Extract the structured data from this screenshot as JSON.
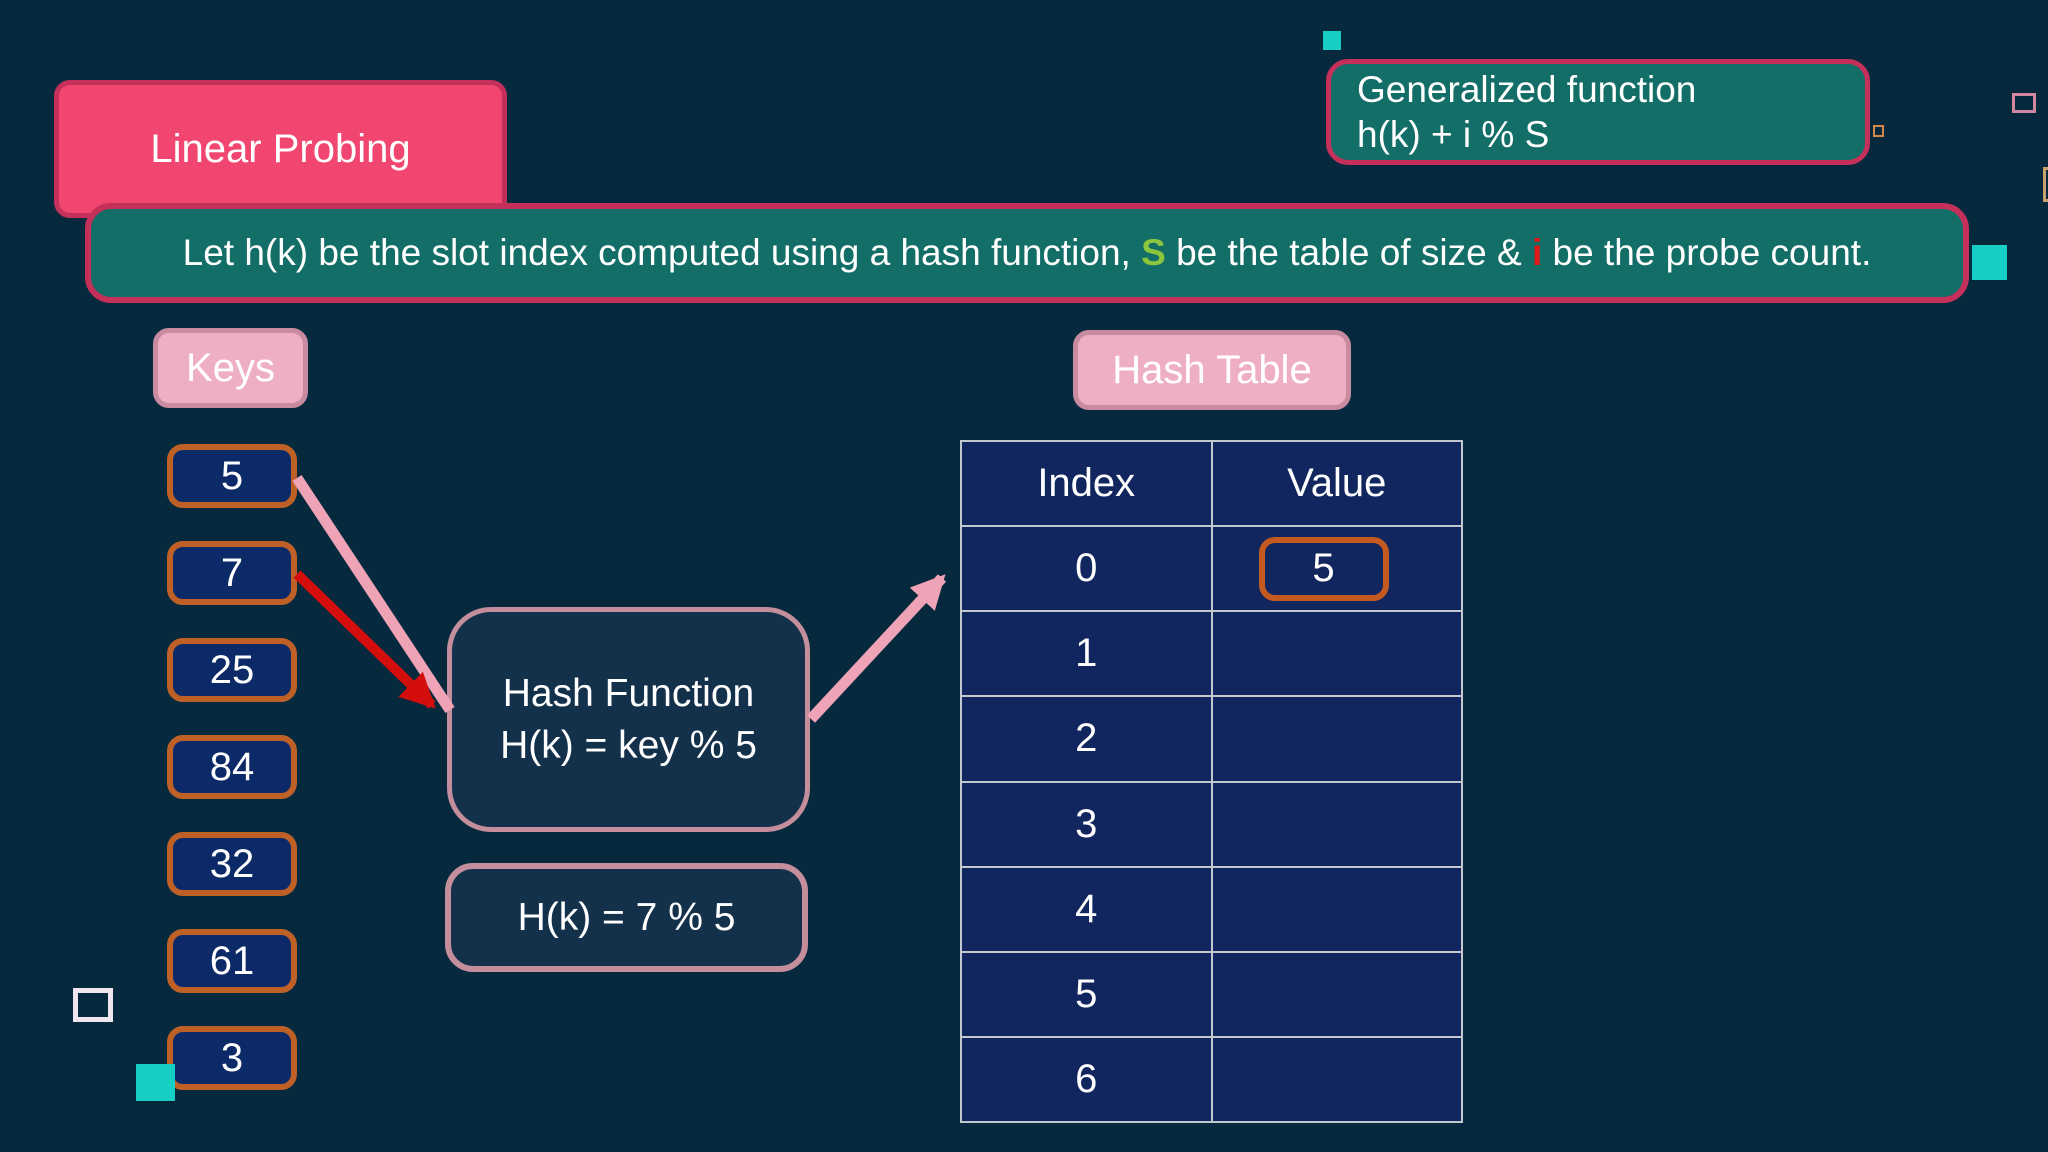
{
  "colors": {
    "bg": "#07293D",
    "teal_panel": "#136E67",
    "crimson_border": "#C5305A",
    "pink_fill": "#F1466F",
    "label_pink": "#EFAFC2",
    "label_pink_border": "#C88BA1",
    "key_blue": "#0D2A68",
    "key_border": "#BF6127",
    "cell_blue": "#11265E",
    "cell_border": "#C3C8CF",
    "navy_box": "#14314B",
    "mauve_border": "#C48E9D",
    "value_border": "#C45A1F",
    "arrow_pink": "#EFA3B6",
    "arrow_red": "#D40D0D",
    "cyan": "#17CEC4",
    "green_s": "#8CC63E",
    "red_i": "#E31818",
    "white_sq": "#EFE6EF",
    "pink_sq": "#D2889E",
    "orange_sq": "#D7894C",
    "tan_sq": "#C9A06B",
    "text": "#FFFFFF"
  },
  "title": {
    "label": "Linear Probing"
  },
  "generalized_function": {
    "line1": "Generalized function",
    "line2": "h(k) + i % S"
  },
  "banner": {
    "part1": "Let h(k) be the slot index computed using a hash function, ",
    "highlight_s": "S",
    "part2": " be the table of size & ",
    "highlight_i": "i",
    "part3": " be the probe count."
  },
  "keys": {
    "label": "Keys",
    "items": [
      "5",
      "7",
      "25",
      "84",
      "32",
      "61",
      "3"
    ]
  },
  "hash_function_box": {
    "line1": "Hash Function",
    "line2": "H(k) = key % 5"
  },
  "probe_box": {
    "label": "H(k) = 7 % 5"
  },
  "hash_table": {
    "label": "Hash Table",
    "columns": [
      "Index",
      "Value"
    ],
    "rows": [
      {
        "index": "0",
        "value": "5"
      },
      {
        "index": "1",
        "value": ""
      },
      {
        "index": "2",
        "value": ""
      },
      {
        "index": "3",
        "value": ""
      },
      {
        "index": "4",
        "value": ""
      },
      {
        "index": "5",
        "value": ""
      },
      {
        "index": "6",
        "value": ""
      }
    ]
  }
}
